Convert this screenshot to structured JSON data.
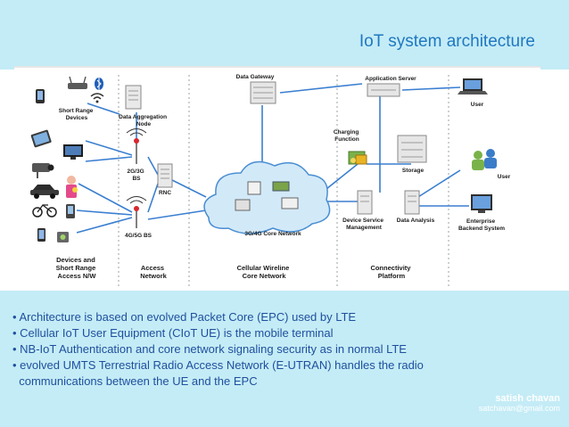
{
  "slide": {
    "title": "IoT system architecture"
  },
  "diagram": {
    "nodes": {
      "short_range_devices": [
        "Short Range",
        "Devices"
      ],
      "data_aggregation_node": [
        "Data Aggregation",
        "Node"
      ],
      "bs_2g3g": [
        "2G/3G",
        "BS"
      ],
      "rnc": "RNC",
      "bs_4g5g": "4G/5G BS",
      "data_gateway": "Data Gateway",
      "core_network": "3G/4G Core Network",
      "application_server": "Application Server",
      "charging_function": [
        "Charging",
        "Function"
      ],
      "storage": "Storage",
      "device_service_management": [
        "Device Service",
        "Management"
      ],
      "data_analysis": "Data Analysis",
      "user_top": "User",
      "user_mid": "User",
      "enterprise_backend": [
        "Enterprise",
        "Backend System"
      ]
    },
    "columns": {
      "devices": [
        "Devices and",
        "Short Range",
        "Access N/W"
      ],
      "access": [
        "Access",
        "Network"
      ],
      "cellular": [
        "Cellular Wireline",
        "Core Network"
      ],
      "connectivity": [
        "Connectivity",
        "Platform"
      ]
    }
  },
  "bullets": [
    "•  Architecture is based on evolved Packet Core (EPC) used by LTE",
    "• Cellular IoT User Equipment (CIoT UE) is the mobile terminal",
    "• NB-IoT  Authentication and core network signaling security as in normal LTE",
    "• evolved UMTS Terrestrial Radio Access Network (E-UTRAN) handles the radio",
    "  communications between the UE and the EPC"
  ],
  "author": {
    "name": "satish chavan",
    "email": "satchavan@gmail.com"
  },
  "colors": {
    "title": "#1f77c0",
    "band": "#c4ecf6",
    "bullet_text": "#1f4f9e",
    "link": "#3b7fd1"
  }
}
